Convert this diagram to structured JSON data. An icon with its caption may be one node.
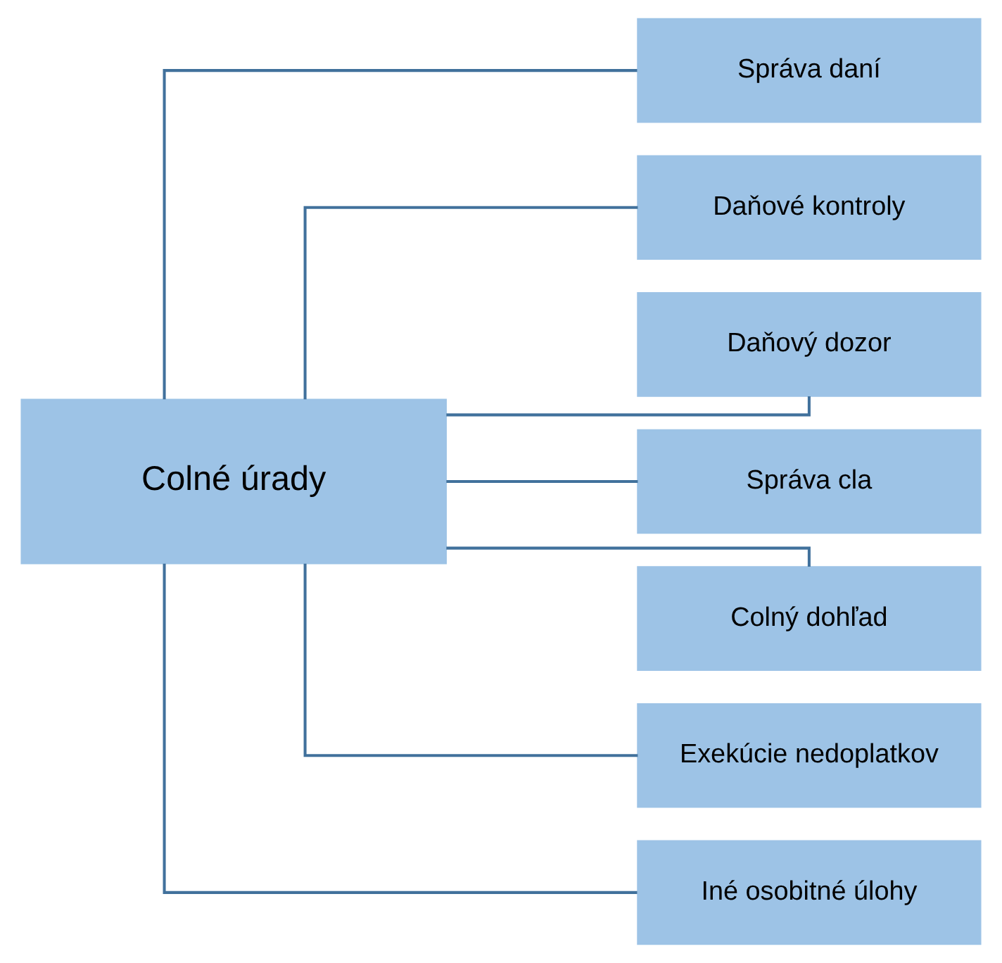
{
  "diagram": {
    "nodes": [
      {
        "text": [
          "Colné úrady"
        ]
      },
      {
        "text": [
          "Správa daní"
        ]
      },
      {
        "text": [
          "Daňové kontroly"
        ]
      },
      {
        "text": [
          "Daňový dozor"
        ]
      },
      {
        "text": [
          "Správa cla"
        ]
      },
      {
        "text": [
          "Colný dohľad"
        ]
      },
      {
        "text": [
          "Exekúcie nedoplatkov"
        ]
      },
      {
        "text": [
          "Iné osobitné úlohy"
        ]
      }
    ],
    "edges": [
      {
        "from": 0,
        "to": 1,
        "arrow": "none"
      },
      {
        "from": 0,
        "to": 2,
        "arrow": "none"
      },
      {
        "from": 0,
        "to": 3,
        "arrow": "none"
      },
      {
        "from": 0,
        "to": 4,
        "arrow": "none"
      },
      {
        "from": 0,
        "to": 5,
        "arrow": "none"
      },
      {
        "from": 0,
        "to": 6,
        "arrow": "none"
      },
      {
        "from": 0,
        "to": 7,
        "arrow": "none"
      }
    ]
  }
}
